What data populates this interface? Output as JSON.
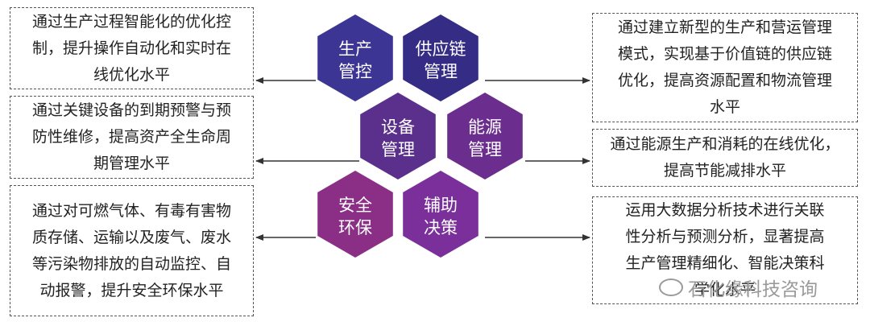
{
  "hexagons": [
    {
      "id": "production-control",
      "lines": [
        "生产",
        "管控"
      ],
      "color": "#3c3593"
    },
    {
      "id": "supply-chain",
      "lines": [
        "供应链",
        "管理"
      ],
      "color": "#352c86"
    },
    {
      "id": "equipment",
      "lines": [
        "设备",
        "管理"
      ],
      "color": "#5b2f8c"
    },
    {
      "id": "energy",
      "lines": [
        "能源",
        "管理"
      ],
      "color": "#6b2e8e"
    },
    {
      "id": "safety-environment",
      "lines": [
        "安全",
        "环保"
      ],
      "color": "#8b2f86"
    },
    {
      "id": "decision-support",
      "lines": [
        "辅助",
        "决策"
      ],
      "color": "#7b2f9a"
    }
  ],
  "left_boxes": [
    [
      "通过生产过程智能化的优化控",
      "制，提升操作自动化和实时在",
      "线优化水平"
    ],
    [
      "通过关键设备的到期预警与预",
      "防性维修，提高资产全生命周",
      "期管理水平"
    ],
    [
      "通过对可燃气体、有毒有害物",
      "质存储、运输以及废气、废水",
      "等污染物排放的自动监控、自",
      "动报警，提升安全环保水平"
    ]
  ],
  "right_boxes": [
    [
      "通过建立新型的生产和营运管理",
      "模式，实现基于价值链的供应链",
      "优化，提高资源配置和物流管理",
      "水平"
    ],
    [
      "通过能源生产和消耗的在线优化，",
      "提高节能减排水平"
    ],
    [
      "运用大数据分析技术进行关联",
      "性分析与预测分析，显著提高",
      "生产管理精细化、智能决策科",
      "学化水平"
    ]
  ],
  "watermark": "石化缘科技咨询",
  "colors": {
    "arrow": "#333333",
    "border": "#555555"
  }
}
